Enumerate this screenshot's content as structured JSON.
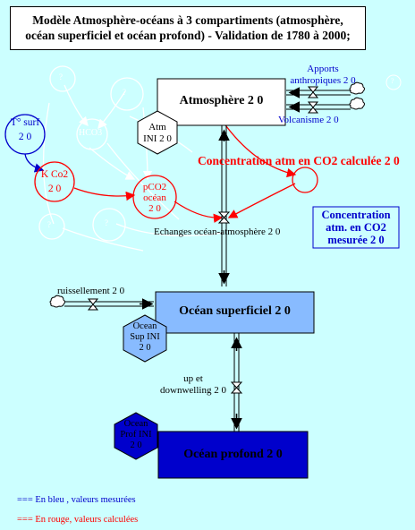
{
  "title": {
    "line1": "Modèle Atmosphère-océans à 3 compartiments (atmosphère,",
    "line2": "océan superficiel et océan profond) - Validation de 1780 à 2000;"
  },
  "stocks": {
    "atmosphere": "Atmosphère 2 0",
    "ocean_superficiel": "Océan superficiel 2 0",
    "ocean_profond": "Océan profond 2 0"
  },
  "hexagons": {
    "atm_ini": [
      "Atm",
      "INI 2 0"
    ],
    "ocean_sup_ini": [
      "Ocean",
      "Sup INI",
      "2 0"
    ],
    "ocean_prof_ini": [
      "Ocean",
      "Prof INI",
      "2 0"
    ]
  },
  "circles": {
    "t_surf": [
      "T° surf",
      "2 0"
    ],
    "k_co2": [
      "K Co2",
      "2 0"
    ],
    "pco2": [
      "pCO2",
      "océan",
      "2 0"
    ]
  },
  "flows": {
    "apports": [
      "Apports",
      "anthropiques 2 0"
    ],
    "volcanisme": "Volcanisme 2 0",
    "echanges": "Echanges océan-atmosphère 2 0",
    "ruissellement": "ruissellement 2 0",
    "updown": [
      "up et",
      "downwelling 2 0"
    ]
  },
  "labels": {
    "concentration_calculee": "Concentration atm en CO2 calculée 2 0",
    "concentration_mesuree": [
      "Concentration",
      "atm. en CO2",
      "mesurée 2 0"
    ]
  },
  "ghost": {
    "g1": "?",
    "g2": "?",
    "g3": "HCO3",
    "g4": "?",
    "g5": "?",
    "g6": "?"
  },
  "legend": {
    "blue": "=== En bleu , valeurs mesurées",
    "red": "=== En rouge, valeurs calculées"
  },
  "colors": {
    "background": "#ccffff",
    "measured": "#0000cc",
    "calculated": "#ff0000",
    "ocean_superficiel": "#88bbff",
    "ocean_profond": "#0000cc"
  }
}
